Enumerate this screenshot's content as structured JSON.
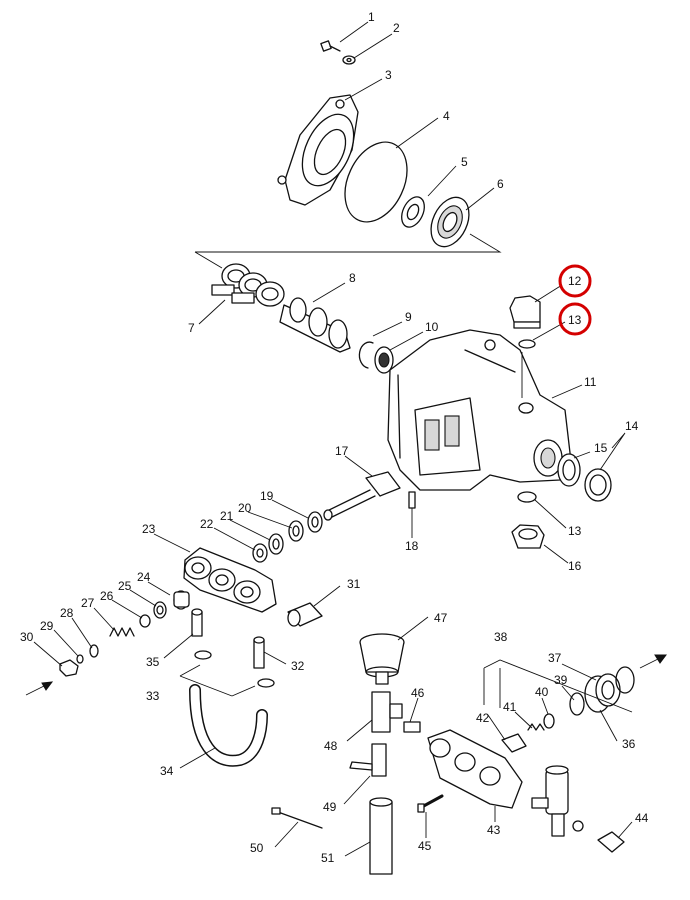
{
  "highlight_color": "#d40000",
  "callouts": [
    {
      "id": "p1",
      "label": "1"
    },
    {
      "id": "p2",
      "label": "2"
    },
    {
      "id": "p3",
      "label": "3"
    },
    {
      "id": "p4",
      "label": "4"
    },
    {
      "id": "p5",
      "label": "5"
    },
    {
      "id": "p6",
      "label": "6"
    },
    {
      "id": "p7",
      "label": "7"
    },
    {
      "id": "p8",
      "label": "8"
    },
    {
      "id": "p9",
      "label": "9"
    },
    {
      "id": "p10",
      "label": "10"
    },
    {
      "id": "p11",
      "label": "11"
    },
    {
      "id": "p12",
      "label": "12",
      "highlighted": true
    },
    {
      "id": "p13a",
      "label": "13",
      "highlighted": true
    },
    {
      "id": "p13b",
      "label": "13"
    },
    {
      "id": "p14",
      "label": "14"
    },
    {
      "id": "p15",
      "label": "15"
    },
    {
      "id": "p16",
      "label": "16"
    },
    {
      "id": "p17",
      "label": "17"
    },
    {
      "id": "p18",
      "label": "18"
    },
    {
      "id": "p19",
      "label": "19"
    },
    {
      "id": "p20",
      "label": "20"
    },
    {
      "id": "p21",
      "label": "21"
    },
    {
      "id": "p22",
      "label": "22"
    },
    {
      "id": "p23",
      "label": "23"
    },
    {
      "id": "p24",
      "label": "24"
    },
    {
      "id": "p25",
      "label": "25"
    },
    {
      "id": "p26",
      "label": "26"
    },
    {
      "id": "p27",
      "label": "27"
    },
    {
      "id": "p28",
      "label": "28"
    },
    {
      "id": "p29",
      "label": "29"
    },
    {
      "id": "p30",
      "label": "30"
    },
    {
      "id": "p31",
      "label": "31"
    },
    {
      "id": "p32",
      "label": "32"
    },
    {
      "id": "p33",
      "label": "33"
    },
    {
      "id": "p34",
      "label": "34"
    },
    {
      "id": "p35",
      "label": "35"
    },
    {
      "id": "p36",
      "label": "36"
    },
    {
      "id": "p37",
      "label": "37"
    },
    {
      "id": "p38",
      "label": "38"
    },
    {
      "id": "p39",
      "label": "39"
    },
    {
      "id": "p40",
      "label": "40"
    },
    {
      "id": "p41",
      "label": "41"
    },
    {
      "id": "p42",
      "label": "42"
    },
    {
      "id": "p43",
      "label": "43"
    },
    {
      "id": "p44",
      "label": "44"
    },
    {
      "id": "p45",
      "label": "45"
    },
    {
      "id": "p46",
      "label": "46"
    },
    {
      "id": "p47",
      "label": "47"
    },
    {
      "id": "p48",
      "label": "48"
    },
    {
      "id": "p49",
      "label": "49"
    },
    {
      "id": "p50",
      "label": "50"
    },
    {
      "id": "p51",
      "label": "51"
    }
  ]
}
